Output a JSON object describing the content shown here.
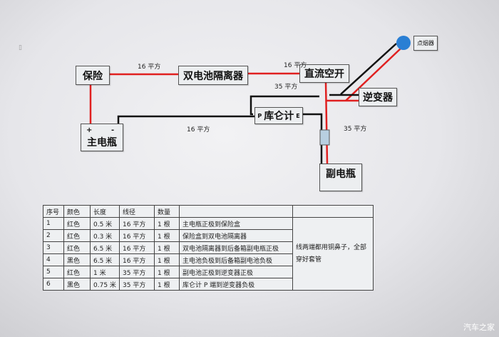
{
  "diagram": {
    "fuse": "保险",
    "isolator": "双电池隔离器",
    "dc_breaker": "直流空开",
    "cigarette": "点烟器",
    "inverter": "逆变器",
    "coulomb_p": "P",
    "coulomb": "库仑计",
    "coulomb_e": "E",
    "main_battery": "主电瓶",
    "main_plus": "+",
    "main_minus": "-",
    "aux_battery": "副电瓶",
    "wire_labels": [
      "16 平方",
      "16 平方",
      "35 平方",
      "16 平方",
      "35 平方"
    ],
    "colors": {
      "red": "#e02020",
      "black": "#111111",
      "blue": "#2a7fd4"
    }
  },
  "table": {
    "headers": [
      "序号",
      "颜色",
      "长度",
      "线径",
      "数量",
      "",
      ""
    ],
    "rows": [
      [
        "1",
        "红色",
        "0.5 米",
        "16 平方",
        "1 根",
        "主电瓶正极到保险盒"
      ],
      [
        "2",
        "红色",
        "0.3 米",
        "16 平方",
        "1 根",
        "保险盒到双电池隔离器"
      ],
      [
        "3",
        "红色",
        "6.5 米",
        "16 平方",
        "1 根",
        "双电池隔离器到后备箱副电瓶正极"
      ],
      [
        "4",
        "黑色",
        "6.5 米",
        "16 平方",
        "1 根",
        "主电池负极到后备箱副电池负极"
      ],
      [
        "5",
        "红色",
        "1 米",
        "35 平方",
        "1 根",
        "副电池正极到逆变器正极"
      ],
      [
        "6",
        "黑色",
        "0.75 米",
        "35 平方",
        "1 根",
        "库仑计 P 端到逆变器负极"
      ]
    ],
    "note": "线两端都用铜鼻子，全部穿好套管"
  },
  "watermark": "汽车之家"
}
